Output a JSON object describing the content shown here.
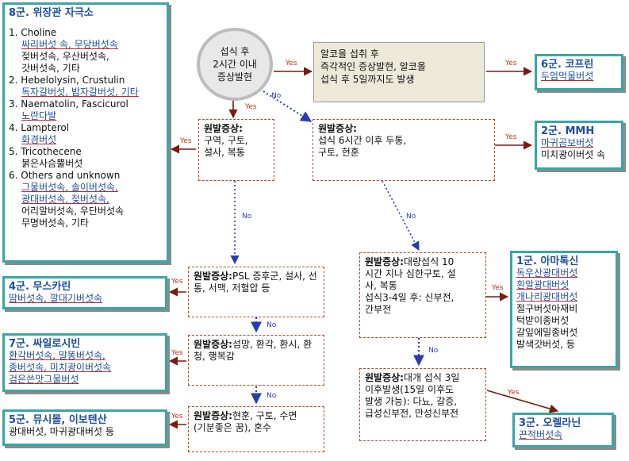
{
  "start": {
    "lines": [
      "섭식 후",
      "2시간 이내",
      "증상발현"
    ]
  },
  "labels": {
    "yes": "Yes",
    "no": "No"
  },
  "alcohol_note": {
    "lines": [
      "알코올 섭취 후",
      "즉각적인 증상발현, 알코올",
      "섭식 후 5일까지도 발생"
    ]
  },
  "group6": {
    "title": "6군. 코프린",
    "lines": [
      "두엄먹물버섯"
    ]
  },
  "group8": {
    "title": "8군. 위장관 자극소",
    "items": [
      {
        "head": "1. Choline",
        "lines": [
          "싸리버섯 속, 무당버섯속",
          "젖버섯속, 우산버섯속,",
          "갓버섯속, 기타"
        ]
      },
      {
        "head": "2. Hebelolysin, Crustulin",
        "lines": [
          "독자갈버섯, 밤자갈버섯, 기타"
        ]
      },
      {
        "head": "3. Naematolin, Fascicurol",
        "lines": [
          "노란다발"
        ]
      },
      {
        "head": "4. Lampterol",
        "lines": [
          "화경버섯"
        ]
      },
      {
        "head": "5.  Tricothecene",
        "lines": [
          "붉은사슴뿔버섯"
        ]
      },
      {
        "head": "6.  Others and unknown",
        "lines": [
          "그물버섯속, 솔이버섯속,",
          "광대버섯속, 젖버섯속,",
          "어리알버섯속, 우단버섯속",
          "무명버섯속, 기타"
        ]
      }
    ]
  },
  "symptom_gi": {
    "label": "원발증상:",
    "lines": [
      "구역, 구토,",
      "설사, 복통"
    ]
  },
  "symptom_6h": {
    "label": "원발증상:",
    "lines": [
      "섭식 6시간 이후 두통,",
      "구토, 현훈"
    ]
  },
  "group2": {
    "title": "2군. MMH",
    "lines": [
      "마귀곰보버섯",
      "미치광이버섯 속"
    ]
  },
  "symptom_psl": {
    "label": "원발증상:",
    "text": "PSL 증후군, 설사, 선통, 서맥, 저혈압 등"
  },
  "group4": {
    "title": "4군. 무스카린",
    "lines": [
      "땀버섯속, 깔대기버섯속"
    ]
  },
  "symptom_10h": {
    "label": "원발증상:",
    "lines": [
      "대량섭식 10",
      "시간 지나 심한구토, 설",
      "사, 복통",
      "섭식3-4일 후: 신부전,",
      "간부전"
    ]
  },
  "group1": {
    "title": "1군.  아마톡신",
    "lines": [
      "독우산광대버섯",
      "흰알광대버섯",
      "개나리광대버섯",
      "절구버섯아재비",
      "턱받이종버섯",
      "갈잎에밀종버섯",
      "발색갓버섯, 등"
    ]
  },
  "symptom_hallu": {
    "label": "원발증상:",
    "text": "섬망, 환각, 환시, 환청, 행복감"
  },
  "group7": {
    "title": "7군. 싸일로시빈",
    "lines": [
      "환각버섯속, 말똥버섯속,",
      "종버섯속, 미치광이버섯속",
      "검은쓴맛그물버섯"
    ]
  },
  "symptom_3day": {
    "label": "원발증상:",
    "lines": [
      "대개 섭식 3일",
      "이후발생(15일 이후도",
      "발생 가능): 다뇨, 갈증,",
      "급성신부전, 만성신부전"
    ]
  },
  "group3": {
    "title": "3군. 오렐라닌",
    "lines": [
      "끈적버섯속"
    ]
  },
  "symptom_sleep": {
    "label": "원발증상:",
    "lines": [
      "현훈, 구토, 수면",
      "(기분좋은 꿈), 혼수"
    ]
  },
  "group5": {
    "title": "5군. 뮤시몰, 이보텐산",
    "lines": [
      "광대버섯, 마귀광대버섯 등"
    ]
  }
}
